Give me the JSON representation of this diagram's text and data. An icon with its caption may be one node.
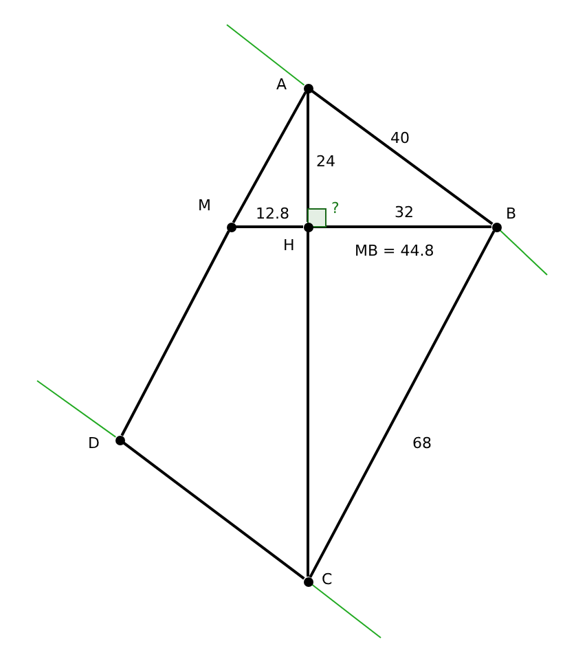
{
  "diagram": {
    "nodes": [
      {
        "text": [
          "A"
        ]
      },
      {
        "text": [
          "M"
        ]
      },
      {
        "text": [
          "H"
        ]
      },
      {
        "text": [
          "B"
        ]
      },
      {
        "text": [
          "D"
        ]
      },
      {
        "text": [
          "C"
        ]
      }
    ],
    "edges": [
      {
        "from": 0,
        "to": 3,
        "arrow": "none",
        "label": "40"
      },
      {
        "from": 0,
        "to": 2,
        "arrow": "none",
        "label": "24"
      },
      {
        "from": 1,
        "to": 2,
        "arrow": "none",
        "label": "12.8"
      },
      {
        "from": 2,
        "to": 3,
        "arrow": "none",
        "label": "32"
      },
      {
        "from": 0,
        "to": 1,
        "arrow": "none"
      },
      {
        "from": 1,
        "to": 4,
        "arrow": "none"
      },
      {
        "from": 2,
        "to": 5,
        "arrow": "none"
      },
      {
        "from": 3,
        "to": 5,
        "arrow": "none",
        "label": "68"
      },
      {
        "from": 4,
        "to": 5,
        "arrow": "none"
      },
      {
        "from": null,
        "to": 0,
        "arrow": "none",
        "color": "#22aa22"
      },
      {
        "from": 3,
        "to": null,
        "arrow": "none",
        "color": "#22aa22"
      },
      {
        "from": null,
        "to": 4,
        "arrow": "none",
        "color": "#22aa22"
      },
      {
        "from": 5,
        "to": null,
        "arrow": "none",
        "color": "#22aa22"
      }
    ],
    "labels": [
      "?",
      "MB = 44.8"
    ]
  }
}
